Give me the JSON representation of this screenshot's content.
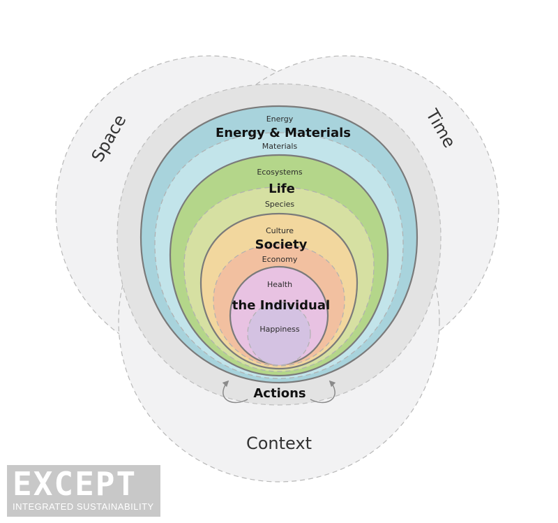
{
  "outer": {
    "space": "Space",
    "time": "Time",
    "context": "Context",
    "actions": "Actions"
  },
  "layers": {
    "energy_materials": {
      "title": "Energy & Materials",
      "top": "Energy",
      "bottom": "Materials"
    },
    "life": {
      "title": "Life",
      "top": "Ecosystems",
      "bottom": "Species"
    },
    "society": {
      "title": "Society",
      "top": "Culture",
      "bottom": "Economy"
    },
    "individual": {
      "title": "the Individual",
      "top": "Health",
      "bottom": "Happiness"
    }
  },
  "logo": {
    "name": "EXCEPT",
    "tagline": "INTEGRATED SUSTAINABILITY"
  },
  "colors": {
    "energy_outer": "#a8d3dc",
    "energy_inner": "#c2e4ea",
    "life_outer": "#b4d68a",
    "life_inner": "#d6e0a2",
    "society_outer": "#f2d79e",
    "society_inner": "#f2c0a0",
    "individual_outer": "#e8c2e2",
    "individual_inner": "#d4c2e2",
    "actions_ring": "#e3e3e3",
    "context_fill": "#f2f2f3"
  }
}
